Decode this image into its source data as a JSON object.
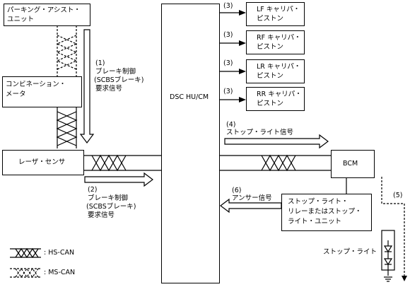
{
  "nodes": {
    "parking": {
      "line1": "パーキング・アシスト・",
      "line2": "ユニット"
    },
    "combination": {
      "line1": "コンビネーション・",
      "line2": "メータ"
    },
    "laser": {
      "label": "レーザ・センサ"
    },
    "dsc": {
      "label": "DSC HU/CM"
    },
    "lf": {
      "line1": "LF キャリパ・",
      "line2": "ピストン"
    },
    "rf": {
      "line1": "RF キャリパ・",
      "line2": "ピストン"
    },
    "lr": {
      "line1": "LR キャリパ・",
      "line2": "ピストン"
    },
    "rr": {
      "line1": "RR キャリパ・",
      "line2": "ピストン"
    },
    "bcm": {
      "label": "BCM"
    },
    "relay": {
      "line1": "ストップ・ライト・",
      "line2": "リレーまたはストップ・",
      "line3": "ライト・ユニット"
    },
    "stop_light": {
      "label": "ストップ・ライト"
    }
  },
  "signals": {
    "s1": {
      "num": "(1)",
      "l1": "ブレーキ制御",
      "l2": "(SCBSブレーキ)",
      "l3": "要求信号"
    },
    "s2": {
      "num": "(2)",
      "l1": "ブレーキ制御",
      "l2": "(SCBSブレーキ)",
      "l3": "要求信号"
    },
    "s3": {
      "num": "(3)"
    },
    "s4": {
      "num": "(4)",
      "l1": "ストップ・ライト信号"
    },
    "s5": {
      "num": "(5)"
    },
    "s6": {
      "num": "(6)",
      "l1": "アンサー信号"
    }
  },
  "legend": {
    "hs_can": ": HS-CAN",
    "ms_can": ": MS-CAN"
  }
}
